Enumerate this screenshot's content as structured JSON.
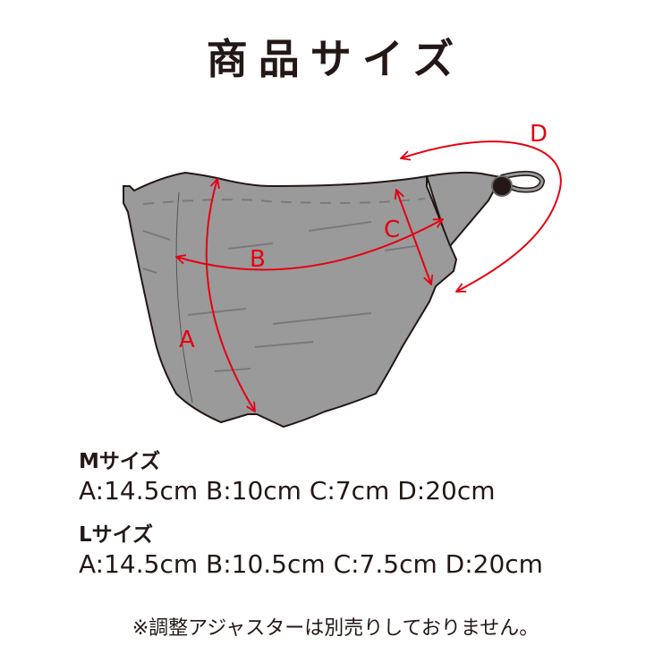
{
  "title": "商品サイズ",
  "diagram": {
    "labels": {
      "a": "A",
      "b": "B",
      "c": "C",
      "d": "D"
    },
    "colors": {
      "mask": "#9a9a9a",
      "arrow": "#e60012",
      "outline": "#231815"
    }
  },
  "sizes": [
    {
      "label": "Mサイズ",
      "spec": "A:14.5cm B:10cm C:7cm D:20cm"
    },
    {
      "label": "Lサイズ",
      "spec": "A:14.5cm B:10.5cm C:7.5cm D:20cm"
    }
  ],
  "note": "※調整アジャスターは別売りしておりません。"
}
